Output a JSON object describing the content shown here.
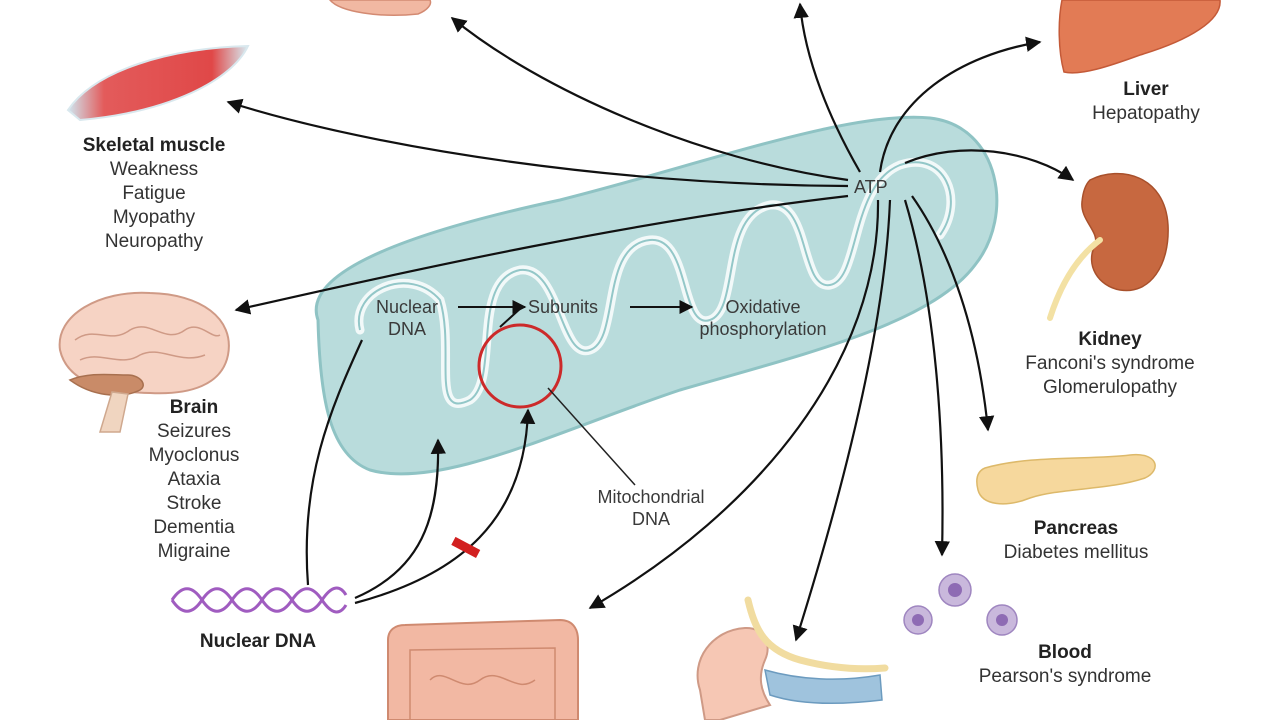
{
  "organs": {
    "skeletal_muscle": {
      "title": "Skeletal muscle",
      "symptoms": [
        "Weakness",
        "Fatigue",
        "Myopathy",
        "Neuropathy"
      ]
    },
    "brain": {
      "title": "Brain",
      "symptoms": [
        "Seizures",
        "Myoclonus",
        "Ataxia",
        "Stroke",
        "Dementia",
        "Migraine"
      ]
    },
    "liver": {
      "title": "Liver",
      "symptoms": [
        "Hepatopathy"
      ]
    },
    "kidney": {
      "title": "Kidney",
      "symptoms": [
        "Fanconi's syndrome",
        "Glomerulopathy"
      ]
    },
    "pancreas": {
      "title": "Pancreas",
      "symptoms": [
        "Diabetes mellitus"
      ]
    },
    "blood": {
      "title": "Blood",
      "symptoms": [
        "Pearson's syndrome"
      ]
    }
  },
  "nuclear_dna_label": "Nuclear DNA",
  "mito": {
    "atp": "ATP",
    "nuclear_dna": [
      "Nuclear",
      "DNA"
    ],
    "subunits": "Subunits",
    "oxphos": [
      "Oxidative",
      "phosphorylation"
    ],
    "mitochondrial_dna": [
      "Mitochondrial",
      "DNA"
    ]
  },
  "colors": {
    "mitochondrion": "#b9dcdc",
    "mito_outline": "#8fc3c4",
    "cristae": "#f2f9f9",
    "mtdna_ring": "#cc2a2a",
    "arrows": "#111111",
    "dna_helix": "#a05cc0",
    "block_mark": "#d22020"
  }
}
